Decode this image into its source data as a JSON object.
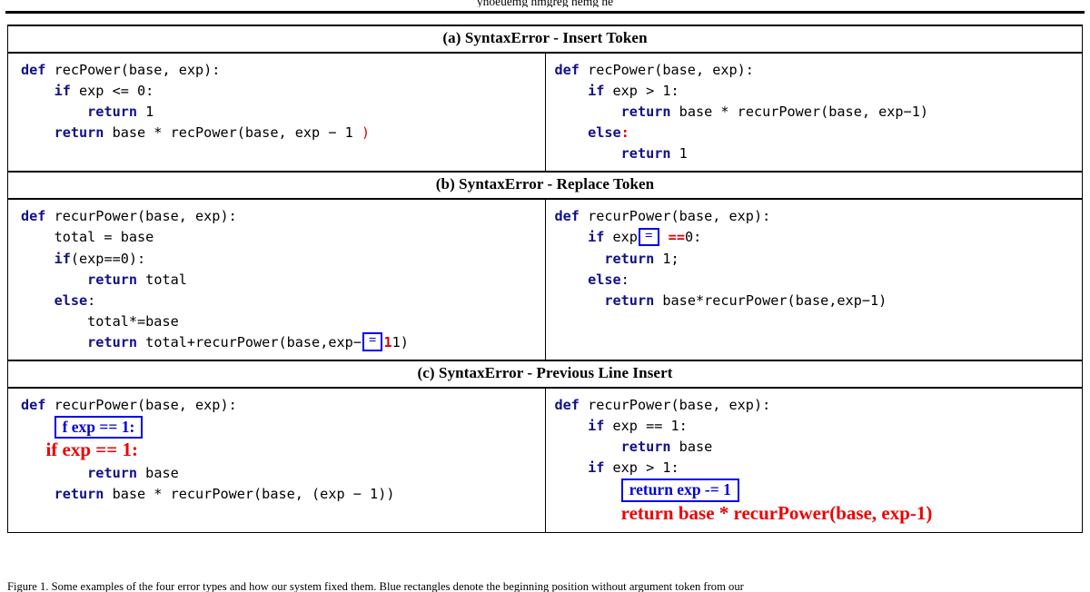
{
  "page": {
    "top_partial_text": "ynoeuemg nmgreg nemg ne",
    "caption": "Figure 1. Some examples of the four error types and how our system fixed them. Blue rectangles denote the beginning position without argument token from our"
  },
  "sections": [
    {
      "id": "a",
      "header": "(a) SyntaxError - Insert Token",
      "left": {
        "lines": [
          [
            {
              "t": "def ",
              "c": "kw"
            },
            {
              "t": "recPower(base, exp):",
              "c": ""
            }
          ],
          [
            {
              "t": "    "
            },
            {
              "t": "if ",
              "c": "kw"
            },
            {
              "t": "exp <= 0:",
              "c": ""
            }
          ],
          [
            {
              "t": "        "
            },
            {
              "t": "return ",
              "c": "kw"
            },
            {
              "t": "1",
              "c": ""
            }
          ],
          [
            {
              "t": "    "
            },
            {
              "t": "return ",
              "c": "kw"
            },
            {
              "t": "base * recPower(base, exp − 1 ",
              "c": ""
            },
            {
              "t": ")",
              "c": "red"
            }
          ]
        ]
      },
      "right": {
        "lines": [
          [
            {
              "t": "def ",
              "c": "kw"
            },
            {
              "t": "recPower(base, exp):",
              "c": ""
            }
          ],
          [
            {
              "t": "    "
            },
            {
              "t": "if ",
              "c": "kw"
            },
            {
              "t": "exp > 1:",
              "c": ""
            }
          ],
          [
            {
              "t": "        "
            },
            {
              "t": "return ",
              "c": "kw"
            },
            {
              "t": "base * recurPower(base, exp−1)",
              "c": ""
            }
          ],
          [
            {
              "t": "    "
            },
            {
              "t": "else",
              "c": "kw"
            },
            {
              "t": ":",
              "c": "redb"
            }
          ],
          [
            {
              "t": "        "
            },
            {
              "t": "return ",
              "c": "kw"
            },
            {
              "t": "1",
              "c": ""
            }
          ]
        ]
      }
    },
    {
      "id": "b",
      "header": "(b) SyntaxError - Replace Token",
      "left": {
        "lines": [
          [
            {
              "t": "def ",
              "c": "kw"
            },
            {
              "t": "recurPower(base, exp):",
              "c": ""
            }
          ],
          [
            {
              "t": "    total = base",
              "c": ""
            }
          ],
          [
            {
              "t": "    "
            },
            {
              "t": "if",
              "c": "kw"
            },
            {
              "t": "(exp==0):",
              "c": ""
            }
          ],
          [
            {
              "t": "        "
            },
            {
              "t": "return ",
              "c": "kw"
            },
            {
              "t": "total",
              "c": ""
            }
          ],
          [
            {
              "t": "    "
            },
            {
              "t": "else",
              "c": "kw"
            },
            {
              "t": ":",
              "c": ""
            }
          ],
          [
            {
              "t": "        total*=base",
              "c": ""
            }
          ],
          [
            {
              "t": "        "
            },
            {
              "t": "return ",
              "c": "kw"
            },
            {
              "t": "total+recurPower(base,exp−",
              "c": ""
            },
            {
              "box": "=",
              "kind": "inline"
            },
            {
              "t": "1",
              "c": "redb"
            },
            {
              "t": "1)",
              "c": ""
            }
          ]
        ]
      },
      "right": {
        "lines": [
          [
            {
              "t": "def ",
              "c": "kw"
            },
            {
              "t": "recurPower(base, exp):",
              "c": ""
            }
          ],
          [
            {
              "t": "    "
            },
            {
              "t": "if ",
              "c": "kw"
            },
            {
              "t": "exp",
              "c": ""
            },
            {
              "box": "=",
              "kind": "inline"
            },
            {
              "t": " ",
              "c": ""
            },
            {
              "t": "==",
              "c": "redb"
            },
            {
              "t": "0:",
              "c": ""
            }
          ],
          [
            {
              "t": "      "
            },
            {
              "t": "return ",
              "c": "kw"
            },
            {
              "t": "1;",
              "c": ""
            }
          ],
          [
            {
              "t": "    "
            },
            {
              "t": "else",
              "c": "kw"
            },
            {
              "t": ":",
              "c": ""
            }
          ],
          [
            {
              "t": "      "
            },
            {
              "t": "return ",
              "c": "kw"
            },
            {
              "t": "base*recurPower(base,exp−1)",
              "c": ""
            }
          ]
        ]
      }
    },
    {
      "id": "c",
      "header": "(c) SyntaxError - Previous Line Insert",
      "left": {
        "lines": [
          [
            {
              "t": "def ",
              "c": "kw"
            },
            {
              "t": "recurPower(base, exp):",
              "c": ""
            }
          ],
          [
            {
              "t": "    "
            },
            {
              "box": "f exp == 1:",
              "kind": "block"
            }
          ],
          [
            {
              "t": "   "
            },
            {
              "bigred": "if exp == 1:"
            }
          ],
          [
            {
              "t": "        "
            },
            {
              "t": "return ",
              "c": "kw"
            },
            {
              "t": "base",
              "c": ""
            }
          ],
          [
            {
              "t": "    "
            },
            {
              "t": "return ",
              "c": "kw"
            },
            {
              "t": "base * recurPower(base, (exp − 1))",
              "c": ""
            }
          ]
        ]
      },
      "right": {
        "lines": [
          [
            {
              "t": "def ",
              "c": "kw"
            },
            {
              "t": "recurPower(base, exp):",
              "c": ""
            }
          ],
          [
            {
              "t": "    "
            },
            {
              "t": "if ",
              "c": "kw"
            },
            {
              "t": "exp == 1:",
              "c": ""
            }
          ],
          [
            {
              "t": "        "
            },
            {
              "t": "return ",
              "c": "kw"
            },
            {
              "t": "base",
              "c": ""
            }
          ],
          [
            {
              "t": "    "
            },
            {
              "t": "if ",
              "c": "kw"
            },
            {
              "t": "exp > 1:",
              "c": ""
            }
          ],
          [
            {
              "t": "        "
            },
            {
              "box": "return exp -= 1",
              "kind": "block"
            }
          ],
          [
            {
              "t": "        "
            },
            {
              "bigred": "return base * recurPower(base, exp-1)"
            }
          ]
        ]
      }
    }
  ],
  "colors": {
    "keyword_blue": "#111188",
    "annotation_red": "#ee0000",
    "annotation_box_blue": "#0000ee",
    "text_black": "#000000",
    "border": "#000000"
  }
}
